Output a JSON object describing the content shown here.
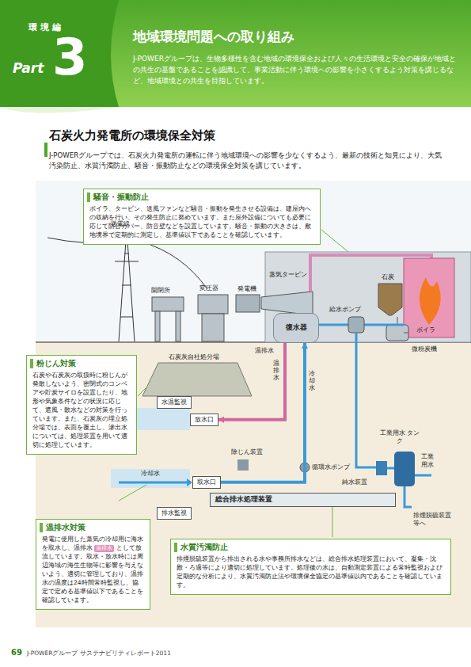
{
  "diagram": {
    "title": "石炭火力発電所の環境保全対策",
    "nodes": [
      {
        "text": [
          "騒音・振動防止",
          "ボイラ、タービン、送風ファンなど騒音・振動を発生させる設備は、建屋内への収納を行い、その発生防止に努めています。また屋外設備についても必要に応じて防音カバー、防音壁などを設置しています。騒音・振動の大きさは、敷地境界で定期的に測定し、基準値以下であることを確認しています。"
        ]
      },
      {
        "text": [
          "復水器"
        ]
      },
      {
        "text": [
          "粉じん対策",
          "石炭や石炭灰の取扱時に粉じんが発散しないよう、密閉式のコンベアや貯炭サイロを設置したり、地形や気象条件などの状況に応じて、遮風・散水などの対策を行っています。また、石炭灰の埋立処分場では、表面を覆土し、滲出水については、処理装置を用いて適切に処理しています。"
        ]
      },
      {
        "text": [
          "水温監視"
        ]
      },
      {
        "text": [
          "放水口"
        ]
      },
      {
        "text": [
          "取水口"
        ]
      },
      {
        "text": [
          "総合排水処理装置"
        ]
      },
      {
        "text": [
          "排水監視"
        ]
      },
      {
        "text": [
          "温排水対策",
          "発電に使用した蒸気の冷却用に海水を取水し、温排水",
          "として放流しています。取水・放水時には周辺海域の海生生物等に影響を与えないよう、適切に管理しており、温排水の温度は24時間常時監視し、協定で定める基準値以下であることを確認しています。"
        ]
      },
      {
        "text": [
          "水質汚濁防止",
          "排煙脱硫装置から排出される水や事務所排水などは、総合排水処理装置において、凝集・沈殿・ろ過等により適切に処理しています。処理後の水は、自動測定装置による常時監視および定期的な分析により、水質汚濁防止法や環境保全協定の基準値以内であることを確認しています。"
        ]
      }
    ],
    "edges": [
      {
        "from": 5,
        "to": 1,
        "arrow": "to"
      },
      {
        "from": 1,
        "to": 4,
        "arrow": "to"
      }
    ],
    "labels": [
      "環境編",
      "Part",
      "3",
      "地域環境問題への取り組み",
      "J-POWERグループは、生物多様性を含む地域の環境保全および人々の生活環境と安全の確保が地域との共生の基盤であることを認識して、事業活動に伴う環境への影響を小さくするよう対策を講じるなど、地域環境との共生を目指しています。",
      "送電線",
      "開閉所",
      "変圧器",
      "発電機",
      "蒸気タービン",
      "石炭",
      "給水ポンプ",
      "ボイラ",
      "微粉炭機",
      "石炭灰自社処分場",
      "温排水",
      "温排水",
      "冷却水",
      "工業用水 タンク",
      "工業用水",
      "純水装置",
      "排煙脱硫装置等へ",
      "除じん装置",
      "循環水ポンプ",
      "冷却水",
      "69",
      "J-POWERグループ サステナビリティレポート2011",
      "J-POWERグループでは、石炭火力発電所の運転に伴う地域環境への影響を少なくするよう、最新の技術と知見により、大気汚染防止、水質汚濁防止、騒音・振動防止などの環境保全対策を講じています。"
    ],
    "legend": [
      {
        "text": "温排水",
        "color": "#e48fb8"
      }
    ]
  }
}
